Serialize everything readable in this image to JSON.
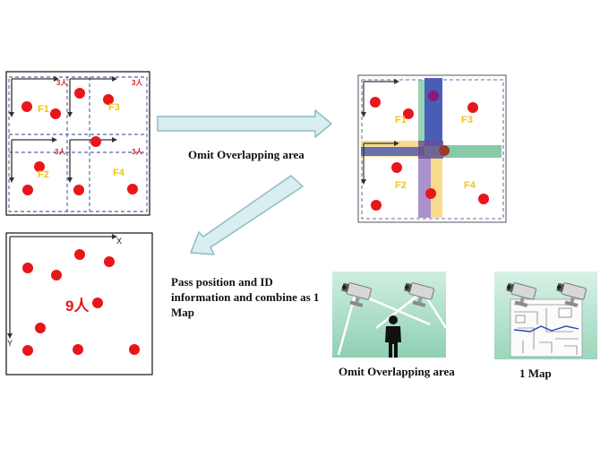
{
  "colors": {
    "dot": "#e8161b",
    "label_yellow": "#f0c419",
    "count_red": "#d9232e",
    "arrow_fill": "#d8eef0",
    "arrow_stroke": "#8fbcc4",
    "dashed_blue": "#2d3f8f",
    "panel_green": "#a7dbc4"
  },
  "top_left_grid": {
    "area_labels": [
      "F1",
      "F3",
      "F2",
      "F4"
    ],
    "count_labels": [
      "3人",
      "3人",
      "3人",
      "3人"
    ]
  },
  "top_right_grid": {
    "area_labels": [
      "F1",
      "F3",
      "F2",
      "F4"
    ]
  },
  "combined_map": {
    "total_label": "9人",
    "axis_x": "X",
    "axis_y": "Y"
  },
  "captions": {
    "omit_overlap_top": "Omit Overlapping area",
    "pass_info": "Pass position and ID information and combine as 1 Map",
    "omit_overlap_bottom": "Omit Overlapping area",
    "one_map": "1 Map"
  },
  "icons": [
    "security-camera-icon",
    "person-icon",
    "floor-plan-icon"
  ]
}
